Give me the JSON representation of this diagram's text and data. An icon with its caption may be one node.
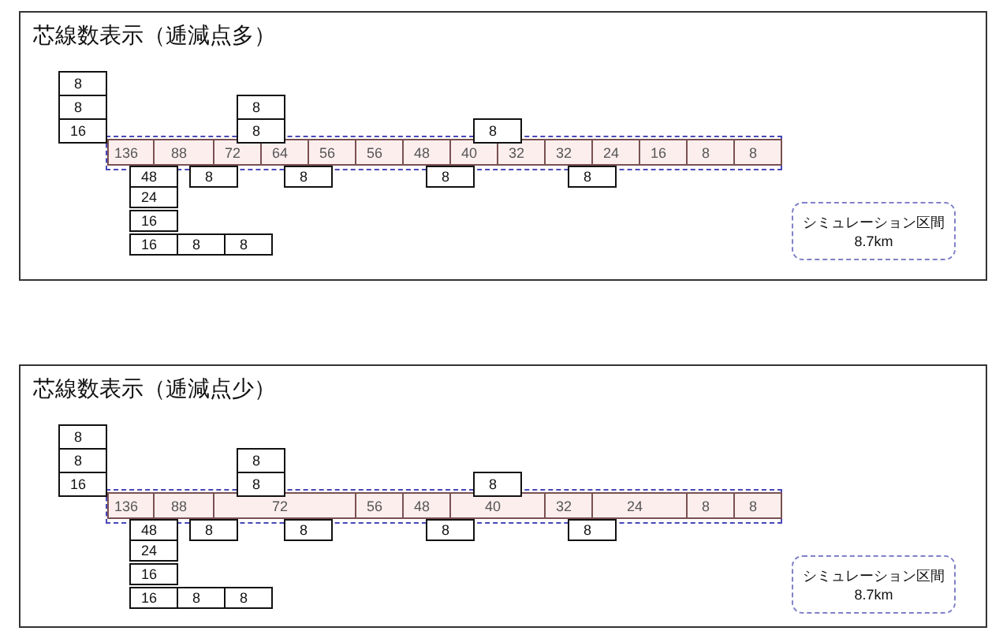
{
  "diagram": {
    "nodes": [
      {
        "text": [
          "芯線数表示（逓減点多）"
        ]
      },
      {
        "text": [
          "136"
        ],
        "in": 0
      },
      {
        "text": [
          "88"
        ],
        "in": 0
      },
      {
        "text": [
          "72"
        ],
        "in": 0
      },
      {
        "text": [
          "64"
        ],
        "in": 0
      },
      {
        "text": [
          "56"
        ],
        "in": 0
      },
      {
        "text": [
          "56"
        ],
        "in": 0
      },
      {
        "text": [
          "48"
        ],
        "in": 0
      },
      {
        "text": [
          "40"
        ],
        "in": 0
      },
      {
        "text": [
          "32"
        ],
        "in": 0
      },
      {
        "text": [
          "32"
        ],
        "in": 0
      },
      {
        "text": [
          "24"
        ],
        "in": 0
      },
      {
        "text": [
          "16"
        ],
        "in": 0
      },
      {
        "text": [
          "8"
        ],
        "in": 0
      },
      {
        "text": [
          "8"
        ],
        "in": 0
      },
      {
        "text": [
          "8"
        ],
        "in": 0
      },
      {
        "text": [
          "8"
        ],
        "in": 0
      },
      {
        "text": [
          "16"
        ],
        "in": 0
      },
      {
        "text": [
          "8"
        ],
        "in": 0
      },
      {
        "text": [
          "8"
        ],
        "in": 0
      },
      {
        "text": [
          "8"
        ],
        "in": 0
      },
      {
        "text": [
          "48"
        ],
        "in": 0
      },
      {
        "text": [
          "24"
        ],
        "in": 0
      },
      {
        "text": [
          "16"
        ],
        "in": 0
      },
      {
        "text": [
          "16"
        ],
        "in": 0
      },
      {
        "text": [
          "8"
        ],
        "in": 0
      },
      {
        "text": [
          "8"
        ],
        "in": 0
      },
      {
        "text": [
          "8"
        ],
        "in": 0
      },
      {
        "text": [
          "8"
        ],
        "in": 0
      },
      {
        "text": [
          "8"
        ],
        "in": 0
      },
      {
        "text": [
          "8"
        ],
        "in": 0
      },
      {
        "text": [
          "シミュレーション区間 8.7km"
        ],
        "in": 0
      },
      {
        "text": [
          "芯線数表示（逓減点少）"
        ]
      },
      {
        "text": [
          "136"
        ],
        "in": 32
      },
      {
        "text": [
          "88"
        ],
        "in": 32
      },
      {
        "text": [
          "72"
        ],
        "in": 32
      },
      {
        "text": [
          "56"
        ],
        "in": 32
      },
      {
        "text": [
          "48"
        ],
        "in": 32
      },
      {
        "text": [
          "40"
        ],
        "in": 32
      },
      {
        "text": [
          "32"
        ],
        "in": 32
      },
      {
        "text": [
          "24"
        ],
        "in": 32
      },
      {
        "text": [
          "8"
        ],
        "in": 32
      },
      {
        "text": [
          "8"
        ],
        "in": 32
      },
      {
        "text": [
          "8"
        ],
        "in": 32
      },
      {
        "text": [
          "8"
        ],
        "in": 32
      },
      {
        "text": [
          "16"
        ],
        "in": 32
      },
      {
        "text": [
          "8"
        ],
        "in": 32
      },
      {
        "text": [
          "8"
        ],
        "in": 32
      },
      {
        "text": [
          "8"
        ],
        "in": 32
      },
      {
        "text": [
          "48"
        ],
        "in": 32
      },
      {
        "text": [
          "24"
        ],
        "in": 32
      },
      {
        "text": [
          "16"
        ],
        "in": 32
      },
      {
        "text": [
          "16"
        ],
        "in": 32
      },
      {
        "text": [
          "8"
        ],
        "in": 32
      },
      {
        "text": [
          "8"
        ],
        "in": 32
      },
      {
        "text": [
          "8"
        ],
        "in": 32
      },
      {
        "text": [
          "8"
        ],
        "in": 32
      },
      {
        "text": [
          "8"
        ],
        "in": 32
      },
      {
        "text": [
          "8"
        ],
        "in": 32
      },
      {
        "text": [
          "シミュレーション区間 8.7km"
        ],
        "in": 32
      }
    ],
    "edges": []
  }
}
